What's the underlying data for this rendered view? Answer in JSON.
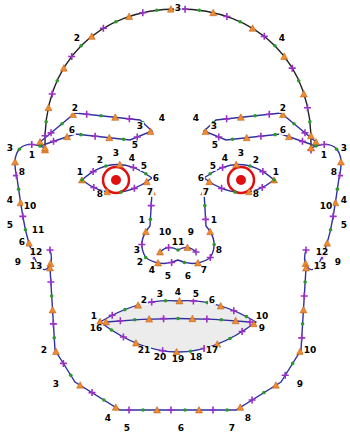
{
  "diagram": {
    "labels": [
      "3",
      "2",
      "4",
      "2",
      "3",
      "4",
      "6",
      "5",
      "4",
      "3",
      "2",
      "5",
      "6",
      "3",
      "1",
      "8",
      "4",
      "10",
      "5",
      "11",
      "6",
      "12",
      "9",
      "13",
      "3",
      "1",
      "8",
      "4",
      "10",
      "5",
      "12",
      "9",
      "13",
      "1",
      "2",
      "3",
      "4",
      "5",
      "6",
      "7",
      "8",
      "1",
      "2",
      "3",
      "4",
      "5",
      "6",
      "7",
      "8",
      "1",
      "10",
      "9",
      "1",
      "11",
      "3",
      "4",
      "5",
      "6",
      "7",
      "8",
      "2",
      "1",
      "16",
      "2",
      "3",
      "4",
      "5",
      "6",
      "10",
      "9",
      "21",
      "20",
      "19",
      "18",
      "17",
      "2",
      "3",
      "4",
      "5",
      "6",
      "7",
      "8",
      "9",
      "10"
    ]
  }
}
